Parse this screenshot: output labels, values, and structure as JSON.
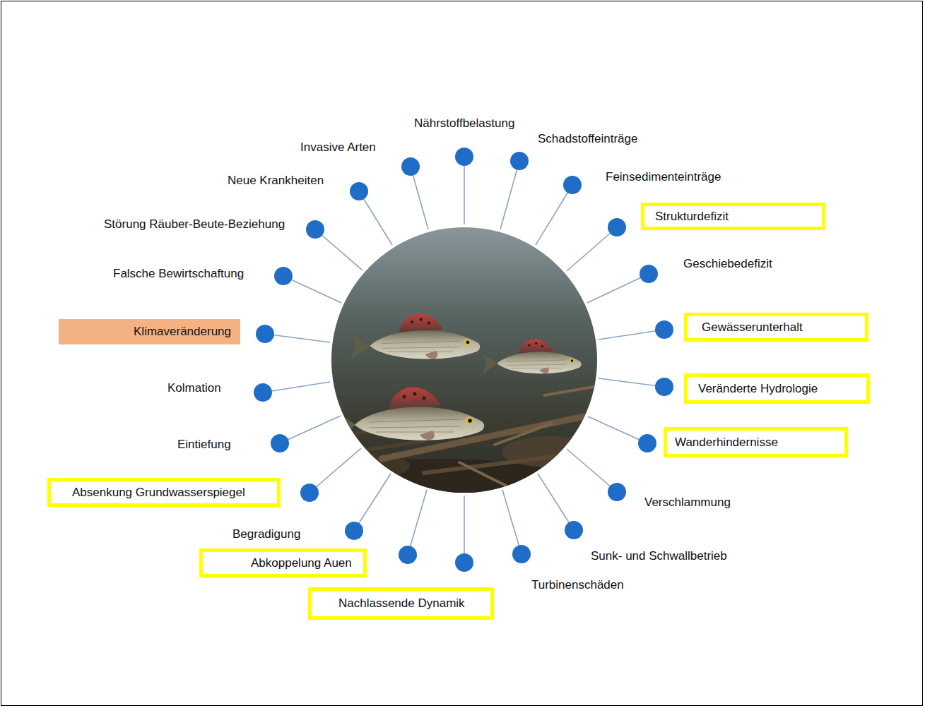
{
  "diagram": {
    "nodes": [
      {
        "text": [
          "Strukturdefizit"
        ]
      },
      {
        "text": [
          "Gewässerunterhalt"
        ]
      },
      {
        "text": [
          "Klimaveränderung"
        ]
      },
      {
        "text": [
          "Veränderte Hydrologie"
        ]
      },
      {
        "text": [
          "Wanderhindernisse"
        ]
      },
      {
        "text": [
          "Absenkung Grundwasserspiegel"
        ]
      },
      {
        "text": [
          "Abkoppelung Auen"
        ]
      },
      {
        "text": [
          "Nachlassende Dynamik"
        ]
      }
    ],
    "labels": [
      "Nährstoffbelastung",
      "Schadstoffeinträge",
      "Invasive Arten",
      "Feinsedimenteinträge",
      "Neue Krankheiten",
      "Störung Räuber-Beute-Beziehung",
      "Geschiebedefizit",
      "Falsche Bewirtschaftung",
      "Kolmation",
      "Eintiefung",
      "Verschlammung",
      "Begradigung",
      "Sunk- und Schwallbetrieb",
      "Turbinenschäden"
    ]
  }
}
